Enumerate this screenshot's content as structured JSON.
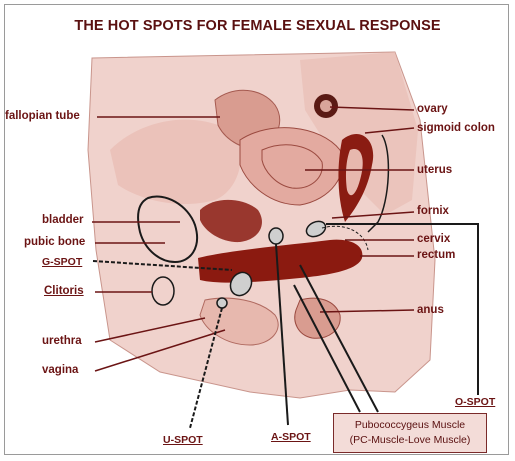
{
  "title": "THE HOT SPOTS FOR FEMALE SEXUAL RESPONSE",
  "labels": {
    "fallopian_tube": "fallopian tube",
    "ovary": "ovary",
    "sigmoid_colon": "sigmoid colon",
    "uterus": "uterus",
    "bladder": "bladder",
    "fornix": "fornix",
    "pubic_bone": "pubic bone",
    "cervix": "cervix",
    "g_spot": "G-SPOT",
    "rectum": "rectum",
    "clitoris": "Clitoris",
    "anus": "anus",
    "urethra": "urethra",
    "vagina": "vagina",
    "o_spot": "O-SPOT",
    "u_spot": "U-SPOT",
    "a_spot": "A-SPOT"
  },
  "callout": {
    "line1": "Pubococcygeus Muscle",
    "line2": "(PC-Muscle-Love Muscle)"
  },
  "colors": {
    "label_text": "#6b1414",
    "anatomy_fill": "#f0d2cc",
    "highlight": "#8b1a10",
    "outline": "#1a1a1a"
  }
}
